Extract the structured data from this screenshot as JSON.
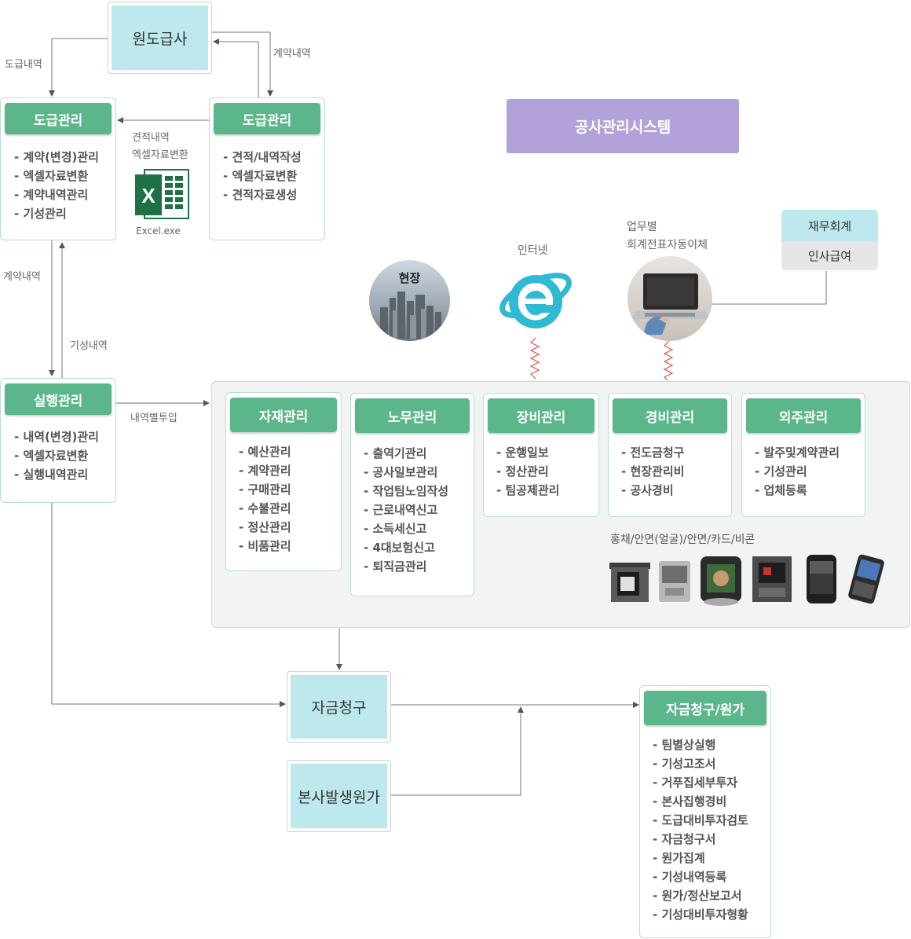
{
  "top_client": "원도급사",
  "system_title": "공사관리시스템",
  "labels": {
    "contract_out": "도급내역",
    "contract_in": "계약내역",
    "estimate_line1": "견적내역",
    "estimate_line2": "엑셀자료변환",
    "excel_caption": "Excel.exe",
    "contract_down": "계약내역",
    "progress_up": "기성내역",
    "detail_input": "내역별투입",
    "site": "현장",
    "internet": "인터넷",
    "auto_line1": "업무별",
    "auto_line2": "회계전표자동이체",
    "devices": "홍채/안면(얼굴)/안면/카드/비콘"
  },
  "contract_mgmt_left": {
    "title": "도급관리",
    "items": [
      "- 계약(변경)관리",
      "- 엑셀자료변환",
      "- 계약내역관리",
      "- 기성관리"
    ]
  },
  "contract_mgmt_right": {
    "title": "도급관리",
    "items": [
      "- 견적/내역작성",
      "- 엑셀자료변환",
      "- 견적자료생성"
    ]
  },
  "execution_mgmt": {
    "title": "실행관리",
    "items": [
      "- 내역(변경)관리",
      "- 엑셀자료변환",
      "- 실행내역관리"
    ]
  },
  "finance": {
    "top": "재무회계",
    "bottom": "인사급여"
  },
  "modules": [
    {
      "title": "자재관리",
      "items": [
        "- 예산관리",
        "- 계약관리",
        "- 구매관리",
        "- 수불관리",
        "- 정산관리",
        "- 비품관리"
      ]
    },
    {
      "title": "노무관리",
      "items": [
        "- 출역기관리",
        "- 공사일보관리",
        "- 작업팀노임작성",
        "- 근로내역신고",
        "- 소득세신고",
        "- 4대보험신고",
        "- 퇴직금관리"
      ]
    },
    {
      "title": "장비관리",
      "items": [
        "- 운행일보",
        "- 정산관리",
        "- 팀공제관리"
      ]
    },
    {
      "title": "경비관리",
      "items": [
        "- 전도금청구",
        "- 현장관리비",
        "- 공사경비"
      ]
    },
    {
      "title": "외주관리",
      "items": [
        "- 발주및계약관리",
        "- 기성관리",
        "- 업체등록"
      ]
    }
  ],
  "fund_request": "자금청구",
  "hq_cost": "본사발생원가",
  "fund_cost": {
    "title": "자금청구/원가",
    "items": [
      "- 팀별상실행",
      "- 기성고조서",
      "- 거푸집세부투자",
      "- 본사집행경비",
      "- 도급대비투자검토",
      "- 자금청구서",
      "- 원가집계",
      "- 기성내역등록",
      "- 원가/정산보고서",
      "- 기성대비투자형황"
    ]
  },
  "colors": {
    "green": "#5cb68c",
    "cyan": "#bde9ee",
    "purple": "#b3a2da",
    "ie_blue": "#2fb9d4",
    "zigzag": "#d9534f"
  }
}
